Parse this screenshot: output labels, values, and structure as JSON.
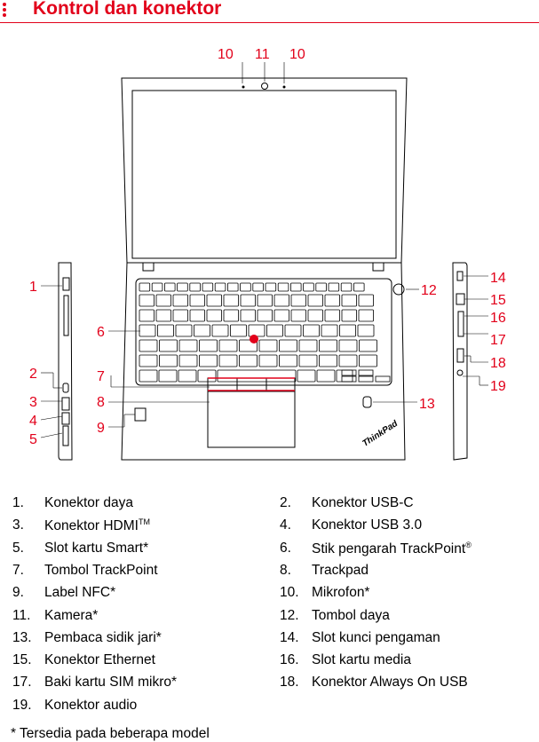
{
  "header": {
    "title": "Kontrol dan konektor"
  },
  "callouts": {
    "c1": "1",
    "c2": "2",
    "c3": "3",
    "c4": "4",
    "c5": "5",
    "c6": "6",
    "c7": "7",
    "c8": "8",
    "c9": "9",
    "c10a": "10",
    "c10b": "10",
    "c11": "11",
    "c12": "12",
    "c13": "13",
    "c14": "14",
    "c15": "15",
    "c16": "16",
    "c17": "17",
    "c18": "18",
    "c19": "19"
  },
  "brand_text": "ThinkPad",
  "legend": [
    {
      "num": "1.",
      "label": "Konektor daya",
      "sup": ""
    },
    {
      "num": "2.",
      "label": "Konektor USB-C",
      "sup": ""
    },
    {
      "num": "3.",
      "label": "Konektor HDMI",
      "sup": "TM"
    },
    {
      "num": "4.",
      "label": "Konektor USB 3.0",
      "sup": ""
    },
    {
      "num": "5.",
      "label": "Slot kartu Smart*",
      "sup": ""
    },
    {
      "num": "6.",
      "label": "Stik pengarah TrackPoint",
      "sup": "®"
    },
    {
      "num": "7.",
      "label": "Tombol TrackPoint",
      "sup": ""
    },
    {
      "num": "8.",
      "label": "Trackpad",
      "sup": ""
    },
    {
      "num": "9.",
      "label": "Label NFC*",
      "sup": ""
    },
    {
      "num": "10.",
      "label": "Mikrofon*",
      "sup": ""
    },
    {
      "num": "11.",
      "label": "Kamera*",
      "sup": ""
    },
    {
      "num": "12.",
      "label": "Tombol daya",
      "sup": ""
    },
    {
      "num": "13.",
      "label": "Pembaca sidik jari*",
      "sup": ""
    },
    {
      "num": "14.",
      "label": "Slot kunci pengaman",
      "sup": ""
    },
    {
      "num": "15.",
      "label": "Konektor Ethernet",
      "sup": ""
    },
    {
      "num": "16.",
      "label": "Slot kartu media",
      "sup": ""
    },
    {
      "num": "17.",
      "label": "Baki kartu SIM mikro*",
      "sup": ""
    },
    {
      "num": "18.",
      "label": "Konektor Always On USB",
      "sup": ""
    },
    {
      "num": "19.",
      "label": "Konektor audio",
      "sup": ""
    }
  ],
  "footnote": "* Tersedia pada beberapa model",
  "colors": {
    "accent": "#e2001a"
  }
}
